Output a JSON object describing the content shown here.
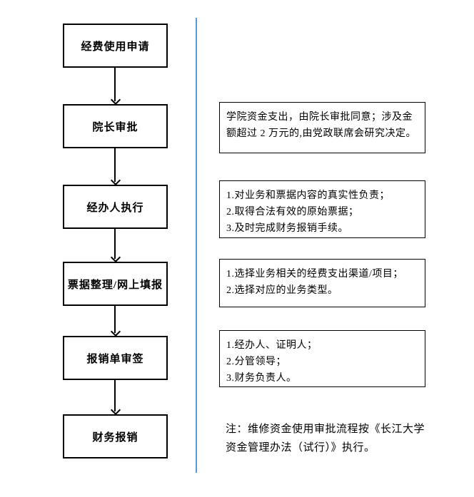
{
  "colors": {
    "divider_blue": "#5B9BD5",
    "box_border": "#000000",
    "text": "#000000",
    "background": "#ffffff"
  },
  "flow": {
    "steps": [
      {
        "label": "经费使用申请"
      },
      {
        "label": "院长审批"
      },
      {
        "label": "经办人执行"
      },
      {
        "label": "票据整理/网上填报"
      },
      {
        "label": "报销单审签"
      },
      {
        "label": "财务报销"
      }
    ]
  },
  "annotations": [
    {
      "lines": [
        "学院资金支出，由院长审批同意；涉及金额超过 2 万元的,由党政联席会研究决定。"
      ]
    },
    {
      "lines": [
        "1.对业务和票据内容的真实性负责；",
        "2.取得合法有效的原始票据；",
        "3.及时完成财务报销手续。"
      ]
    },
    {
      "lines": [
        "1.选择业务相关的经费支出渠道/项目；",
        "2.选择对应的业务类型。"
      ]
    },
    {
      "lines": [
        "1.经办人、证明人；",
        "2.分管领导；",
        "3.财务负责人。"
      ]
    }
  ],
  "note": {
    "text": "注：维修资金使用审批流程按《长江大学资金管理办法（试行）》执行。"
  }
}
